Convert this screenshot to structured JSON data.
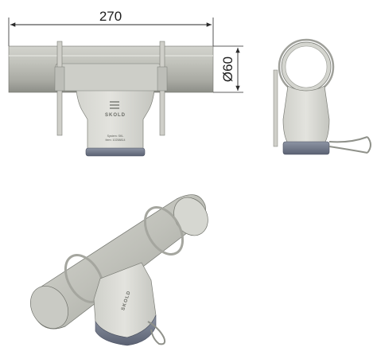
{
  "drawing": {
    "dimensions": {
      "length": "270",
      "diameter": "Ø60"
    },
    "product": {
      "logo_text": "SKOLD",
      "label_line_1": "System: SKL",
      "label_line_2": "Item: 10258814"
    }
  },
  "colors": {
    "pipe": "#b9bab3",
    "pipe_dark": "#8f918a",
    "pipe_light": "#d8d9d3",
    "body": "#dcdcd6",
    "base": "#6d7485",
    "clamp": "#c8c8c2",
    "line": "#2a2a2a"
  }
}
